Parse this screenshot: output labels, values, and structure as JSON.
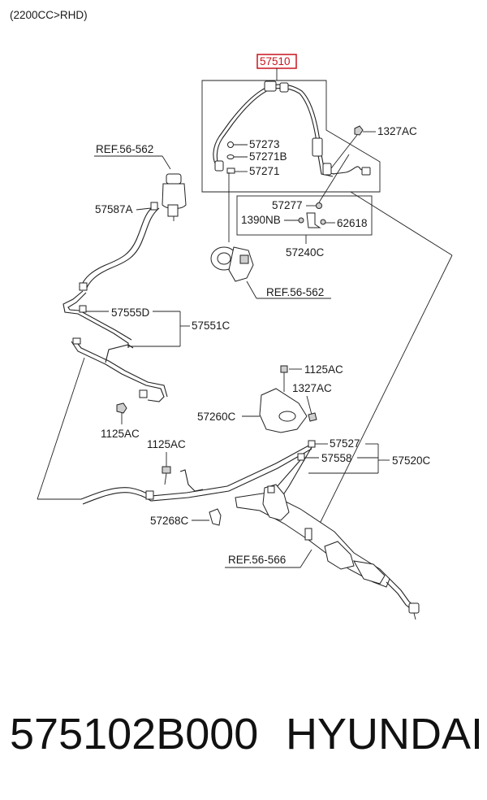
{
  "header": {
    "variant": "(2200CC>RHD)"
  },
  "highlight_color": "#c8141e",
  "callouts": {
    "c57510": "57510",
    "c57273": "57273",
    "c57271B": "57271B",
    "c57271": "57271",
    "c1327AC_top": "1327AC",
    "c57277": "57277",
    "c1390NB": "1390NB",
    "c62618": "62618",
    "c57240C": "57240C",
    "ref56562_top": "REF.56-562",
    "c57587A": "57587A",
    "ref56562_pump": "REF.56-562",
    "c57555D": "57555D",
    "c57551C": "57551C",
    "c1125AC_a": "1125AC",
    "c1327AC_mid": "1327AC",
    "c57260C": "57260C",
    "c1125AC_b": "1125AC",
    "c1125AC_c": "1125AC",
    "c57527": "57527",
    "c57558": "57558",
    "c57520C": "57520C",
    "c57268C": "57268C",
    "ref56566": "REF.56-566"
  },
  "footer": {
    "part_number": "575102B000",
    "brand": "HYUNDAI"
  }
}
